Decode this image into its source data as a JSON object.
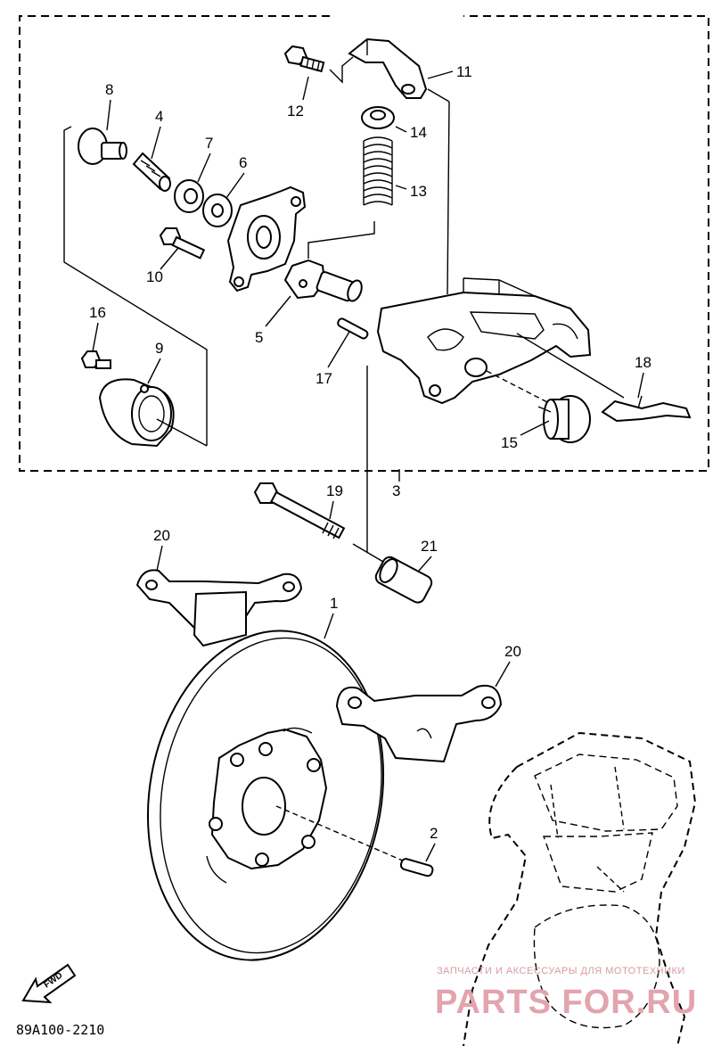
{
  "diagram": {
    "labels": {
      "p1": "1",
      "p2": "2",
      "p3": "3",
      "p4": "4",
      "p5": "5",
      "p6": "6",
      "p7": "7",
      "p8": "8",
      "p9": "9",
      "p10": "10",
      "p11": "11",
      "p12": "12",
      "p13": "13",
      "p14": "14",
      "p15": "15",
      "p16": "16",
      "p17": "17",
      "p18": "18",
      "p19": "19",
      "p20a": "20",
      "p20b": "20",
      "p21": "21"
    },
    "figure_code": "89A100-2210",
    "fwd_label": "FWD",
    "watermark_small": "ЗАПЧАСТИ И АКСЕССУАРЫ ДЛЯ МОТОТЕХНИКИ",
    "watermark_large": "PARTS FOR.RU"
  },
  "colors": {
    "line": "#000000",
    "background": "#ffffff",
    "watermark": "#e3a4ad"
  }
}
